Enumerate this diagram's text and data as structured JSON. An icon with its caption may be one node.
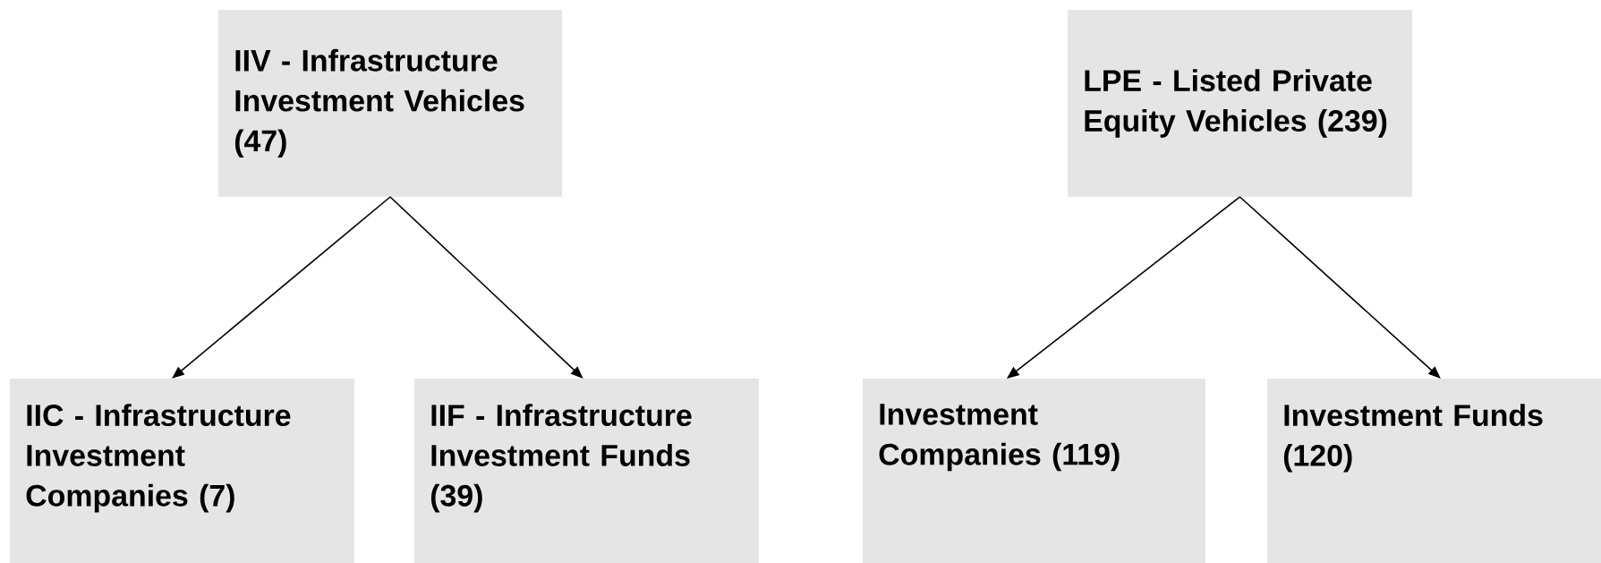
{
  "diagram": {
    "nodes": [
      {
        "text": [
          "IIV - Infrastructure Investment Vehicles (47)"
        ]
      },
      {
        "text": [
          "LPE - Listed Private Equity Vehicles (239)"
        ]
      },
      {
        "text": [
          "IIC - Infrastructure Investment Companies (7)"
        ]
      },
      {
        "text": [
          "IIF - Infrastructure Investment Funds (39)"
        ]
      },
      {
        "text": [
          "Investment Companies (119)"
        ]
      },
      {
        "text": [
          "Investment Funds (120)"
        ]
      }
    ],
    "edges": [
      {
        "from": 0,
        "to": 2,
        "arrow": "to"
      },
      {
        "from": 0,
        "to": 3,
        "arrow": "to"
      },
      {
        "from": 1,
        "to": 4,
        "arrow": "to"
      },
      {
        "from": 1,
        "to": 5,
        "arrow": "to"
      }
    ]
  }
}
